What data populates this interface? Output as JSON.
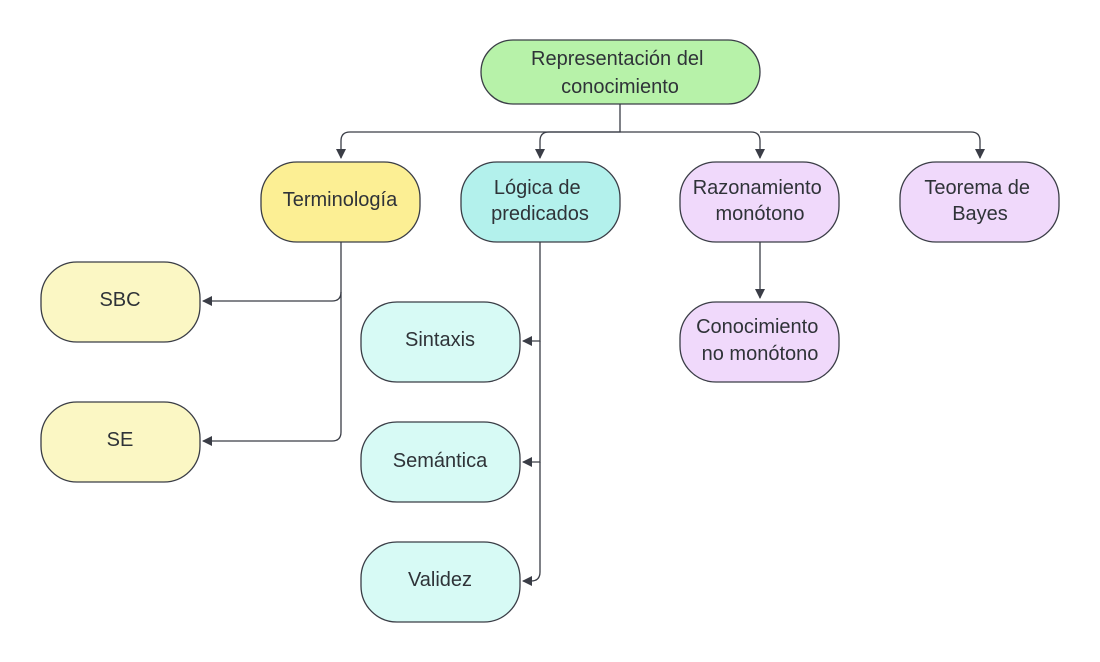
{
  "colors": {
    "root_fill": "#b7f2a9",
    "yellow_strong": "#fcef94",
    "yellow_light": "#fbf7c4",
    "teal_strong": "#b3f1ec",
    "teal_light": "#d7faf5",
    "purple": "#f0d9fb",
    "line": "#3a3d46",
    "text": "#2f3338"
  },
  "nodes": {
    "root": {
      "lines": [
        "Representación del",
        "conocimiento"
      ]
    },
    "terminologia": {
      "lines": [
        "Terminología"
      ]
    },
    "logica": {
      "lines": [
        "Lógica de",
        "predicados"
      ]
    },
    "razonamiento": {
      "lines": [
        "Razonamiento",
        "monótono"
      ]
    },
    "bayes": {
      "lines": [
        "Teorema de",
        "Bayes"
      ]
    },
    "sbc": {
      "lines": [
        "SBC"
      ]
    },
    "se": {
      "lines": [
        "SE"
      ]
    },
    "sintaxis": {
      "lines": [
        "Sintaxis"
      ]
    },
    "semantica": {
      "lines": [
        "Semántica"
      ]
    },
    "validez": {
      "lines": [
        "Validez"
      ]
    },
    "conocimiento_no_monotono": {
      "lines": [
        "Conocimiento",
        "no monótono"
      ]
    }
  }
}
